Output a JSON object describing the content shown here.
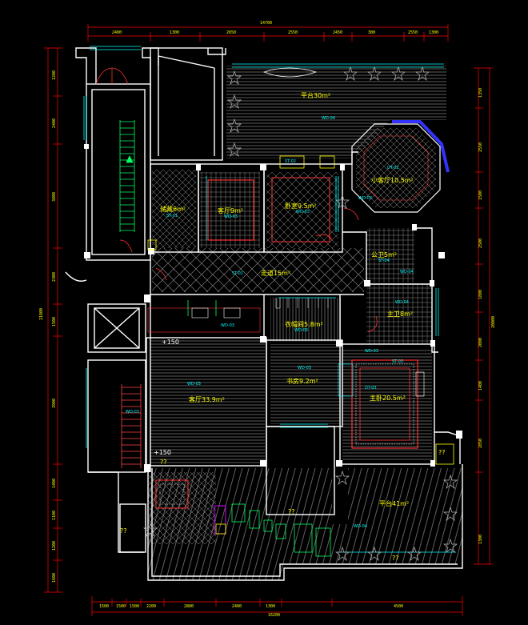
{
  "rooms": {
    "terrace_top": "平台30m²",
    "round_study": "小客厅10.5m²",
    "storage": "储藏6m²",
    "bedroom_a": "客厅9m²",
    "bedroom_b": "卧室9.5m²",
    "bath": "公卫5m²",
    "corridor": "走道15m²",
    "master_bath": "主卫8m²",
    "closet": "衣帽间5.8m²",
    "living": "客厅33.9m²",
    "study": "书房9.2m²",
    "master_bed": "主卧20.5m²",
    "terrace_bottom": "平台41m²"
  },
  "codes": {
    "wd04_top": "WD-04",
    "dt02": "DT-02",
    "wd03_study": "WD-03",
    "st01_store": "ST-01",
    "wd03_a": "WD-03",
    "wd03_b": "WD-03",
    "st02": "ST-02",
    "st01_corr": "ST-01",
    "st04": "ST-04",
    "wd04_bath": "WD-04",
    "wd04_mb": "WD-04",
    "wd03_hall": "WD-03",
    "wd03_closet": "WD-03",
    "wd03_living": "WD-03",
    "wd03_studyb": "WD-03",
    "wd03_mbed": "WD-03",
    "st03": "ST-03",
    "dt03": "DT-03",
    "wd03_left": "WD-03",
    "wd04_bottom": "WD-04"
  },
  "elevations": {
    "e1": "+150",
    "e2": "+150",
    "q1": "??",
    "q2": "??",
    "q3": "??",
    "q4": "??",
    "q5": "??"
  },
  "dimensions": {
    "top_total": "14700",
    "top": [
      "2400",
      "1300",
      "2650",
      "2550",
      "2450",
      "300",
      "2550",
      "1300"
    ],
    "bottom_total": "16200",
    "bottom": [
      "1500",
      "1500",
      "1500",
      "2200",
      "2800",
      "2400",
      "1300",
      "4500"
    ],
    "left_total": "21800",
    "left": [
      "1200",
      "2400",
      "3800",
      "2300",
      "1500",
      "3900",
      "1400",
      "1100",
      "1200",
      "1600"
    ],
    "right_total": "20000",
    "right": [
      "1350",
      "2550",
      "1500",
      "2500",
      "1800",
      "2000",
      "1400",
      "2850",
      "1300"
    ]
  },
  "colors": {
    "wall": "#ffffff",
    "dimension": "#ff0000",
    "label": "#ffff00",
    "code": "#00ffff",
    "window": "#00ffff",
    "stair": "#00ff66",
    "door": "#ff3333",
    "bay_window": "#3333ff"
  }
}
